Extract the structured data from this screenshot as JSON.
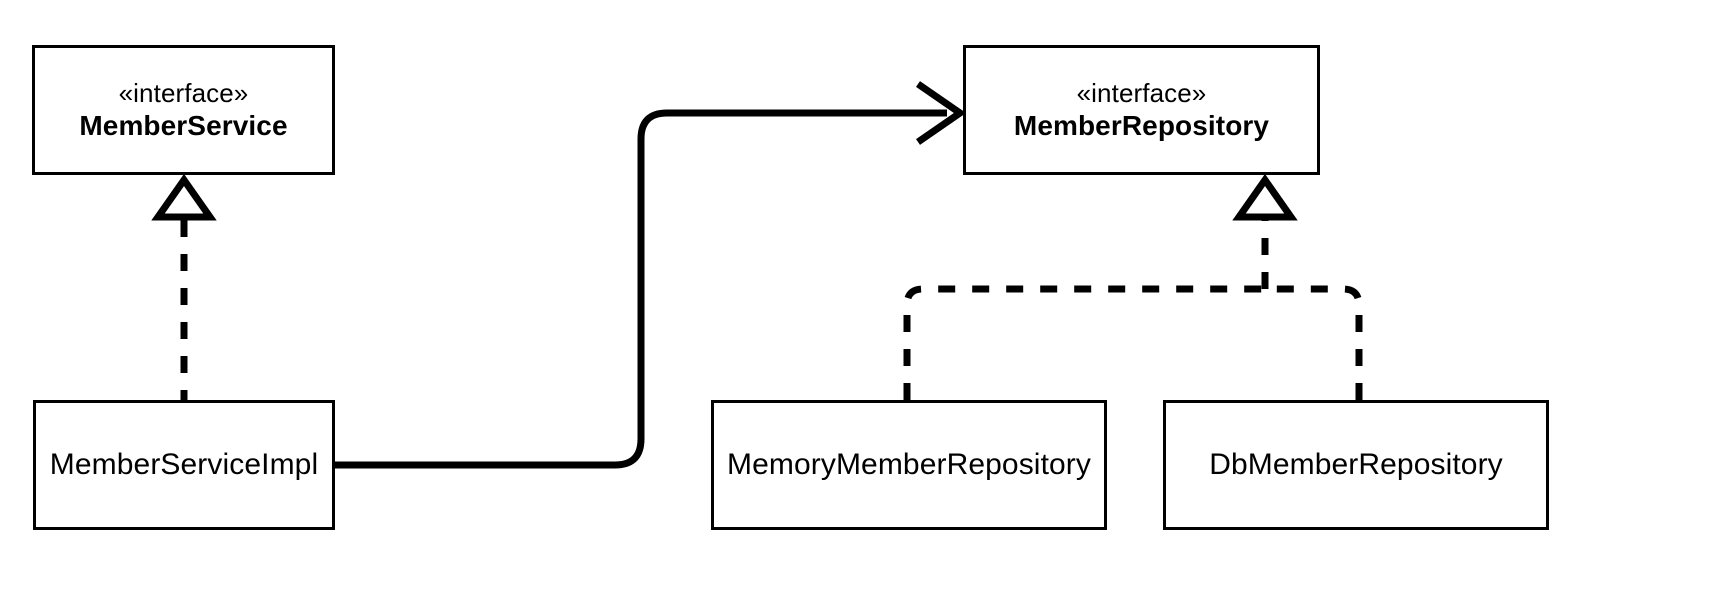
{
  "diagram": {
    "kind": "uml-class-diagram",
    "title": "MemberService / MemberRepository class diagram",
    "background_color": "#ffffff",
    "line_color": "#000000",
    "text_color": "#000000"
  },
  "nodes": {
    "member_service": {
      "stereotype": "«interface»",
      "name": "MemberService",
      "kind": "interface"
    },
    "member_repository": {
      "stereotype": "«interface»",
      "name": "MemberRepository",
      "kind": "interface"
    },
    "member_service_impl": {
      "name": "MemberServiceImpl",
      "kind": "class"
    },
    "memory_member_repository": {
      "name": "MemoryMemberRepository",
      "kind": "class"
    },
    "db_member_repository": {
      "name": "DbMemberRepository",
      "kind": "class"
    }
  },
  "edges": [
    {
      "id": "impl-realizes-service",
      "from": "member_service_impl",
      "to": "member_service",
      "relationship": "realization",
      "line_style": "dashed",
      "arrowhead": "hollow-triangle"
    },
    {
      "id": "memory-realizes-repository",
      "from": "memory_member_repository",
      "to": "member_repository",
      "relationship": "realization",
      "line_style": "dashed",
      "arrowhead": "hollow-triangle"
    },
    {
      "id": "db-realizes-repository",
      "from": "db_member_repository",
      "to": "member_repository",
      "relationship": "realization",
      "line_style": "dashed",
      "arrowhead": "hollow-triangle"
    },
    {
      "id": "impl-depends-on-repository",
      "from": "member_service_impl",
      "to": "member_repository",
      "relationship": "dependency",
      "line_style": "solid",
      "arrowhead": "open-arrow"
    }
  ]
}
